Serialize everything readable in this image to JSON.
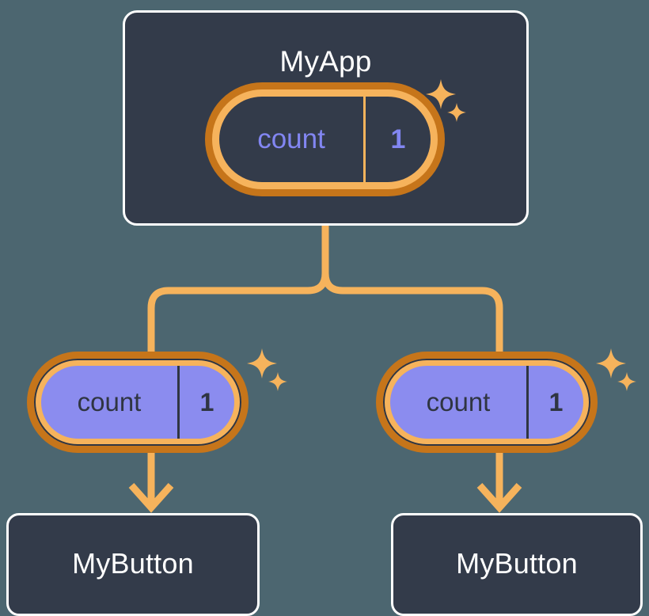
{
  "diagram": {
    "title_semantic": "react-state-propagation-tree",
    "background_color": "#4c6670",
    "accent_orange_light": "#f6b35c",
    "accent_orange_dark": "#c6751a",
    "accent_purple": "#8b8cef",
    "node_dark": "#333b4a",
    "node_border": "#ffffff"
  },
  "parent": {
    "label": "MyApp",
    "state": {
      "key": "count",
      "value": "1"
    },
    "sparkle": "sparkles-icon"
  },
  "children": [
    {
      "state": {
        "key": "count",
        "value": "1"
      },
      "sparkle": "sparkles-icon",
      "component": {
        "label": "MyButton"
      }
    },
    {
      "state": {
        "key": "count",
        "value": "1"
      },
      "sparkle": "sparkles-icon",
      "component": {
        "label": "MyButton"
      }
    }
  ],
  "connectors": {
    "trunk": "vertical-branch-from-parent",
    "arrow_left": "down-arrow-to-left-button",
    "arrow_right": "down-arrow-to-right-button"
  }
}
